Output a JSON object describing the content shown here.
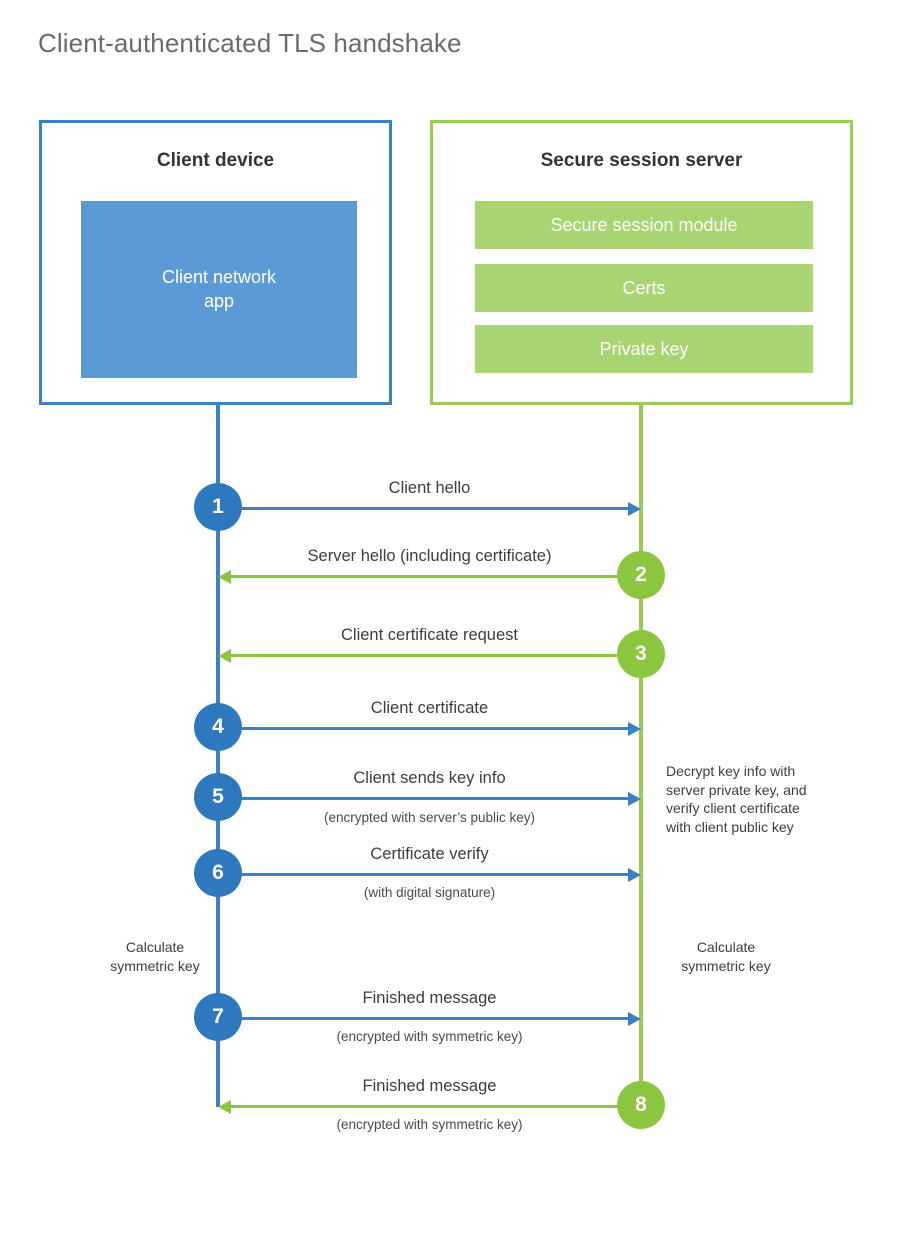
{
  "title": "Client-authenticated TLS handshake",
  "colors": {
    "client_blue": "#3b7fc4",
    "client_app_fill": "#5b9bd5",
    "server_green": "#97cc55",
    "server_item_fill": "#a9d472",
    "arrow_blue": "#3b7fc4",
    "arrow_green": "#8cc63f",
    "badge_blue": "#2e79bd",
    "badge_green": "#8cc63f",
    "title_text": "#6b6b6b"
  },
  "client": {
    "title": "Client device",
    "app_label": "Client network\napp",
    "app_line1": "Client network",
    "app_line2": "app"
  },
  "server": {
    "title": "Secure session server",
    "items": [
      {
        "label": "Secure session module"
      },
      {
        "label": "Certs"
      },
      {
        "label": "Private key"
      }
    ]
  },
  "chart_data": {
    "type": "sequence-diagram",
    "actors": [
      "Client device",
      "Secure session server"
    ],
    "steps": [
      {
        "number": "1",
        "label": "Client hello",
        "sub": "",
        "direction": "client-to-server",
        "color": "blue"
      },
      {
        "number": "2",
        "label": "Server hello (including certificate)",
        "sub": "",
        "direction": "server-to-client",
        "color": "green"
      },
      {
        "number": "3",
        "label": "Client certificate request",
        "sub": "",
        "direction": "server-to-client",
        "color": "green"
      },
      {
        "number": "4",
        "label": "Client certificate",
        "sub": "",
        "direction": "client-to-server",
        "color": "blue"
      },
      {
        "number": "5",
        "label": "Client sends key info",
        "sub": "(encrypted with server’s public key)",
        "direction": "client-to-server",
        "color": "blue"
      },
      {
        "number": "6",
        "label": "Certificate verify",
        "sub": "(with digital signature)",
        "direction": "client-to-server",
        "color": "blue"
      },
      {
        "number": "7",
        "label": "Finished message",
        "sub": "(encrypted with symmetric key)",
        "direction": "client-to-server",
        "color": "blue"
      },
      {
        "number": "8",
        "label": "Finished message",
        "sub": "(encrypted with symmetric key)",
        "direction": "server-to-client",
        "color": "green"
      }
    ]
  },
  "annotations": {
    "server_decrypt": "Decrypt key info with server private key, and verify client certificate with client public key",
    "server_decrypt_lines": [
      "Decrypt key info with",
      "server private key, and",
      "verify client certificate",
      "with client public key"
    ],
    "client_calc_lines": [
      "Calculate",
      "symmetric key"
    ],
    "server_calc_lines": [
      "Calculate",
      "symmetric key"
    ]
  }
}
